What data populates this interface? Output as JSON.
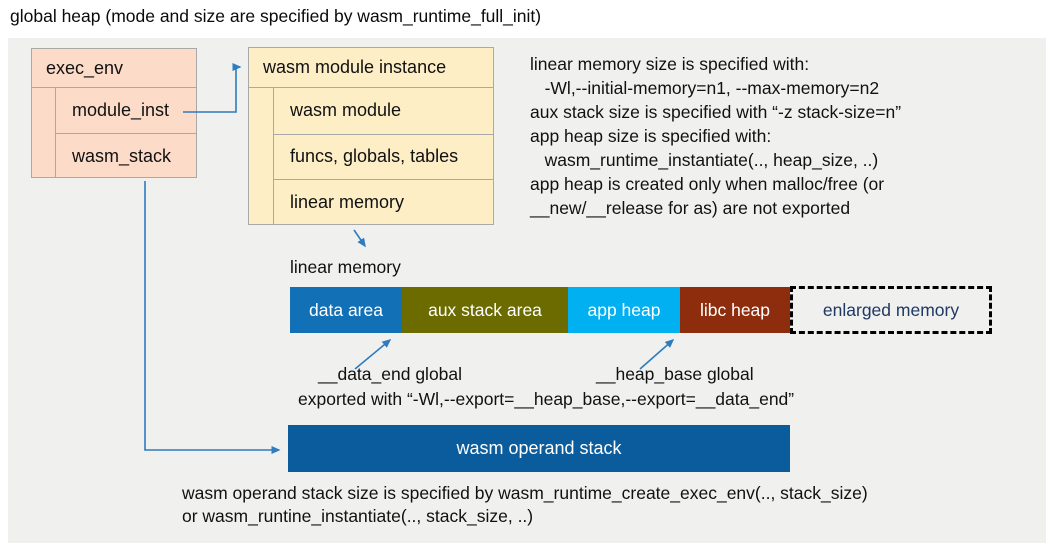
{
  "title": "global heap (mode and size are specified by wasm_runtime_full_init)",
  "exec_env": {
    "header": "exec_env",
    "rows": [
      "module_inst",
      "wasm_stack"
    ]
  },
  "module_instance": {
    "header": "wasm module instance",
    "rows": [
      "wasm module",
      "funcs, globals, tables",
      "linear memory"
    ]
  },
  "notes_right": [
    "linear memory size is specified with:",
    "   -Wl,--initial-memory=n1, --max-memory=n2",
    "aux stack size is specified with “-z stack-size=n”",
    "app heap size is specified with:",
    "   wasm_runtime_instantiate(.., heap_size, ..)",
    "app heap is created only when malloc/free (or",
    "__new/__release for as) are not exported"
  ],
  "linear_memory_label": "linear memory",
  "memory_segments": [
    {
      "label": "data area",
      "color": "#1170b6",
      "width": 112
    },
    {
      "label": "aux stack area",
      "color": "#6b6b00",
      "width": 166
    },
    {
      "label": "app heap",
      "color": "#00b0f0",
      "width": 112
    },
    {
      "label": "libc heap",
      "color": "#8d2d0e",
      "width": 110
    }
  ],
  "enlarged_memory_label": "enlarged memory",
  "globals_annotations": {
    "data_end": "__data_end global",
    "heap_base": "__heap_base global",
    "exported": "exported with “-Wl,--export=__heap_base,--export=__data_end”"
  },
  "operand_stack_label": "wasm operand stack",
  "notes_bottom": [
    "wasm operand stack size is specified by wasm_runtime_create_exec_env(.., stack_size)",
    "or wasm_runtine_instantiate(.., stack_size, ..)"
  ],
  "colors": {
    "panel_background": "#f0f0ef",
    "exec_env_fill": "#fcdcc8",
    "module_instance_fill": "#fdeec6",
    "box_border": "#a9a9a9",
    "data_area": "#1170b6",
    "aux_stack_area": "#6b6b00",
    "app_heap": "#00b0f0",
    "libc_heap": "#8d2d0e",
    "operand_stack": "#0a5c9c",
    "enlarged_memory_text": "#1f3864",
    "arrow_blue": "#2e7bbf"
  }
}
